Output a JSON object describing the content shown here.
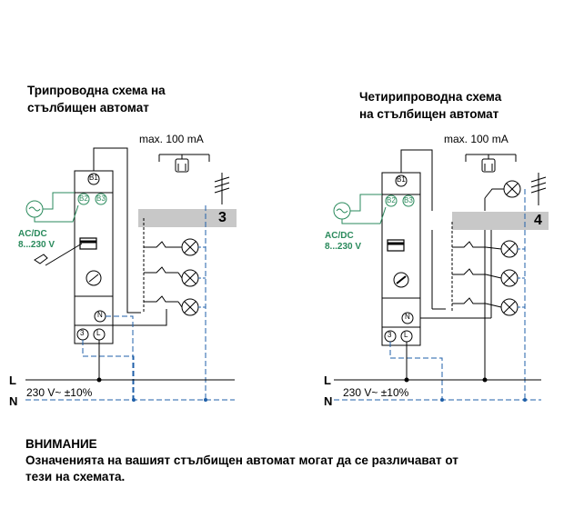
{
  "left": {
    "title_line1": "Трипроводна схема на",
    "title_line2": "стълбищен автомат",
    "max_current": "max. 100 mA",
    "scheme_number": "3",
    "supply_type": "AC/DC",
    "supply_voltage": "8...230 V",
    "terminal_b1": "B1",
    "terminal_b2": "B2",
    "terminal_b3": "B3",
    "terminal_n": "N",
    "terminal_3": "3",
    "terminal_l": "L",
    "voltage": "230 V~ ±10%",
    "bus_l": "L",
    "bus_n": "N"
  },
  "right": {
    "title_line1": "Четирипроводна схема",
    "title_line2": "на  стълбищен автомат",
    "max_current": "max. 100 mA",
    "scheme_number": "4",
    "supply_type": "AC/DC",
    "supply_voltage": "8...230 V",
    "terminal_b1": "B1",
    "terminal_b2": "B2",
    "terminal_b3": "B3",
    "terminal_n": "N",
    "terminal_3": "3",
    "terminal_l": "L",
    "voltage": "230 V~ ±10%",
    "bus_l": "L",
    "bus_n": "N"
  },
  "note": {
    "heading": "ВНИМАНИЕ",
    "line1": "Означенията на вашият стълбищен автомат могат да се различават от",
    "line2": "тези на схемата."
  },
  "colors": {
    "wire": "#000000",
    "neutral_dashed": "#1f5fa8",
    "supply_green": "#2a8a5c",
    "band_gray": "#c8c8c8"
  }
}
